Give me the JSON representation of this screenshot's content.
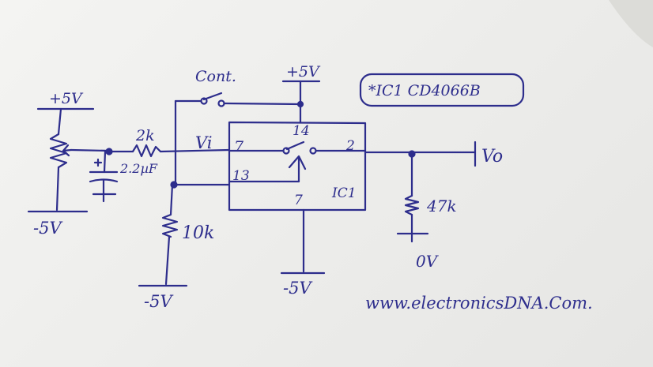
{
  "colors": {
    "ink": "#2d2d8c",
    "paper": "#efefed"
  },
  "labels": {
    "supply_left": "+5V",
    "ground_left": "-5V",
    "resistor_2k": "2k",
    "capacitor": "2.2µF",
    "resistor_10k": "10k",
    "ground_10k": "-5V",
    "control": "Cont.",
    "supply_top": "+5V",
    "vi": "Vi",
    "pin_7_input": "7",
    "pin_14": "14",
    "pin_13": "13",
    "pin_2": "2",
    "pin_7_ground": "7",
    "ic_name": "IC1",
    "ground_ic": "-5V",
    "resistor_47k": "47k",
    "ground_47k": "0V",
    "vo": "Vo",
    "ic_note": "*IC1 CD4066B",
    "website": "www.electronicsDNA.Com."
  }
}
